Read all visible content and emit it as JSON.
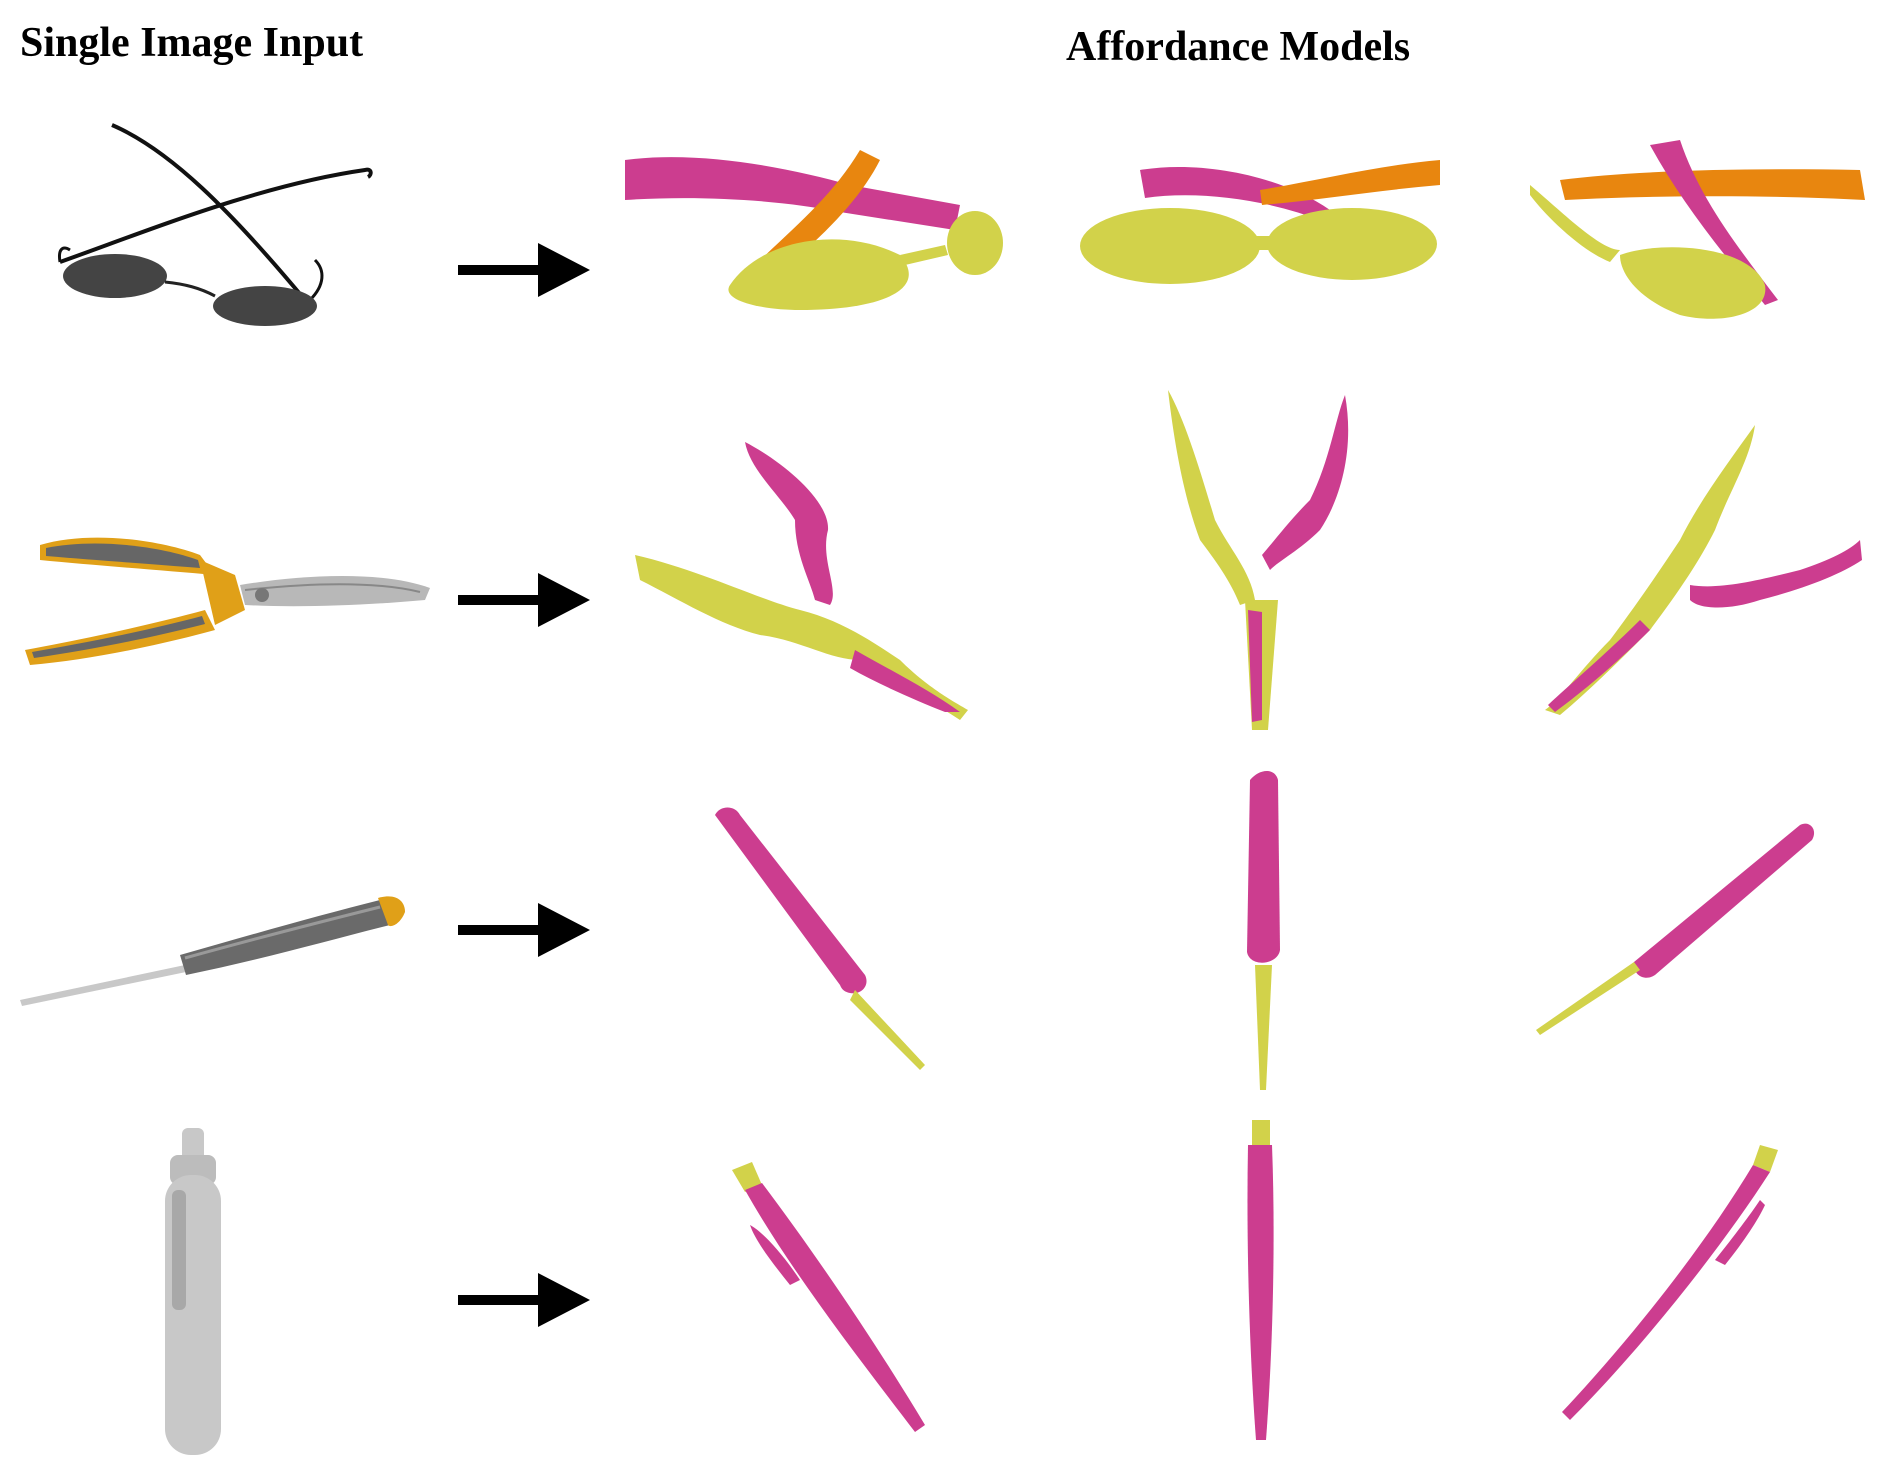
{
  "headings": {
    "input": "Single Image Input",
    "output": "Affordance Models"
  },
  "colors": {
    "magenta": "#cc3d8f",
    "yellow": "#d2d24a",
    "orange": "#e8860f",
    "dark_gray": "#555555",
    "light_gray": "#c8c8c8",
    "tool_orange": "#e0a018",
    "arrow": "#000000"
  },
  "rows": [
    {
      "object": "sunglasses",
      "views": 3
    },
    {
      "object": "hedge-shears",
      "views": 3
    },
    {
      "object": "screwdriver",
      "views": 3
    },
    {
      "object": "pen",
      "views": 3
    }
  ],
  "icons": [
    "arrow-right-icon",
    "arrow-right-icon",
    "arrow-right-icon",
    "arrow-right-icon"
  ]
}
